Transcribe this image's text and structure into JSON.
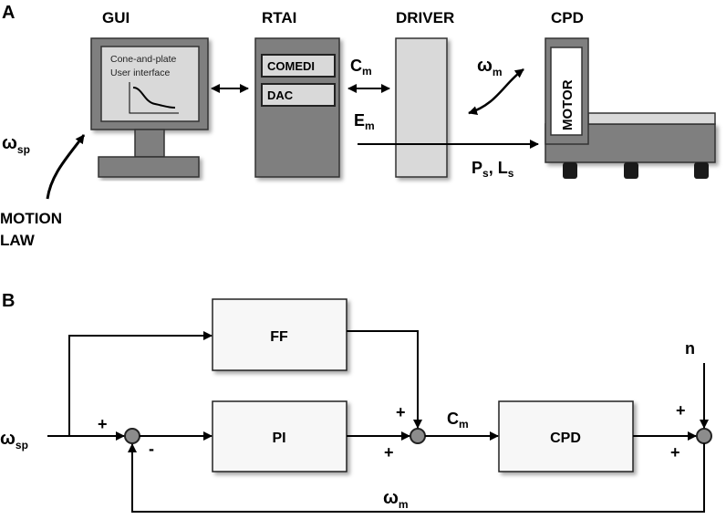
{
  "panel_a": {
    "label": "A",
    "gui": {
      "title": "GUI",
      "screen_line1": "Cone-and-plate",
      "screen_line2": "User interface"
    },
    "rtai": {
      "title": "RTAI",
      "comedi": "COMEDI",
      "dac": "DAC"
    },
    "driver": {
      "title": "DRIVER"
    },
    "cpd": {
      "title": "CPD",
      "motor": "MOTOR"
    },
    "signals": {
      "cm": "C",
      "cm_sub": "m",
      "em": "E",
      "em_sub": "m",
      "wm": "ω",
      "wm_sub": "m",
      "ps": "P",
      "ps_sub": "s",
      "ls_sep": ", L",
      "ls_sub": "s",
      "wsp": "ω",
      "wsp_sub": "sp"
    },
    "motion_law_line1": "MOTION",
    "motion_law_line2": "LAW"
  },
  "panel_b": {
    "label": "B",
    "blocks": {
      "ff": "FF",
      "pi": "PI",
      "cpd": "CPD"
    },
    "signals": {
      "wsp": "ω",
      "wsp_sub": "sp",
      "cm": "C",
      "cm_sub": "m",
      "wm": "ω",
      "wm_sub": "m",
      "n": "n"
    },
    "signs": {
      "sum1_plus": "+",
      "sum1_minus": "-",
      "sum2_top": "+",
      "sum2_bottom": "+",
      "sum3_top": "+",
      "sum3_bottom": "+"
    }
  },
  "colors": {
    "dark_box": "#7f7f7f",
    "light_box": "#d9d9d9",
    "block_fill": "#f7f7f7",
    "sum_fill": "#8c8c8c"
  }
}
